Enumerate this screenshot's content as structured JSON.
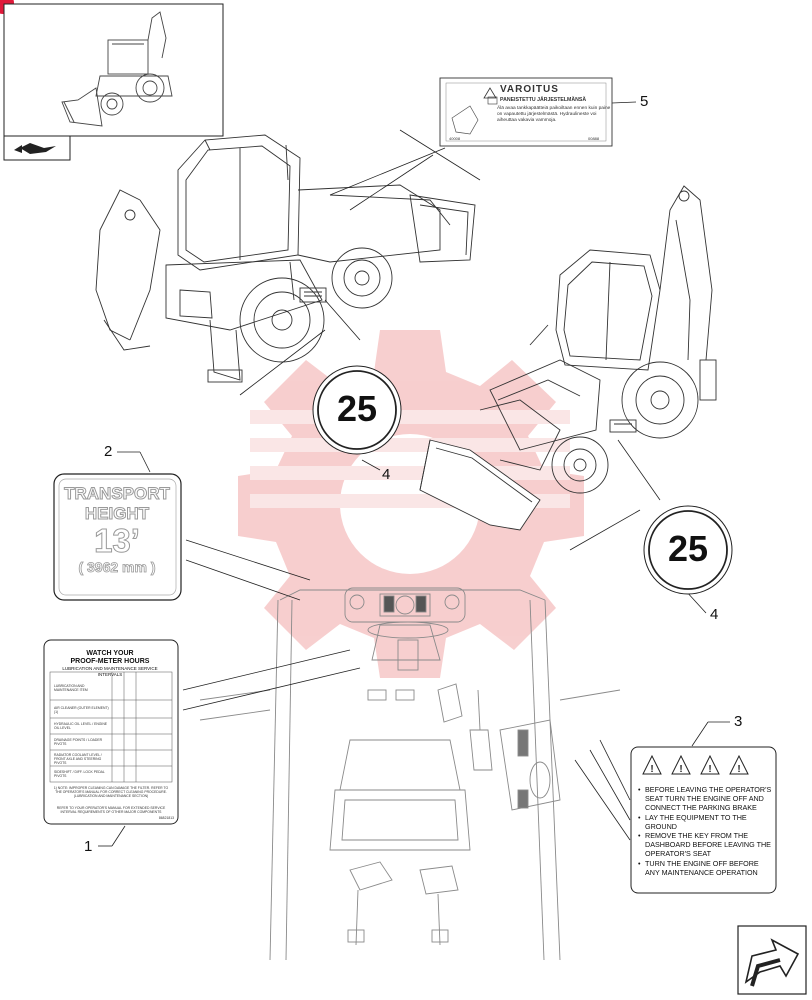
{
  "callouts": {
    "c1": "1",
    "c2": "2",
    "c3": "3",
    "c4a": "4",
    "c4b": "4",
    "c5": "5"
  },
  "speed_decal": {
    "value": "25"
  },
  "transport_decal": {
    "line1": "TRANSPORT",
    "line2": "HEIGHT",
    "line3": "13’",
    "line4": "( 3962 mm )"
  },
  "hours_decal": {
    "title1": "WATCH YOUR",
    "title2": "PROOF-METER HOURS",
    "subtitle": "LUBRICATION AND MAINTENANCE SERVICE INTERVALS",
    "rows": [
      "LUBRICATION AND MAINTENANCE ITEM",
      "AIR CLEANER (OUTER ELEMENT) (1)",
      "HYDRAULIC OIL LEVEL / ENGINE OIL LEVEL",
      "DRAINAGE POINTS / LOADER PIVOTS",
      "RADIATOR COOLANT LEVEL / FRONT AXLE AND STEERING PIVOTS",
      "SIDESHIFT / DIFF. LOCK PEDAL PIVOTS"
    ],
    "note": "1) NOTE: IMPROPER CLEANING CAN DAMAGE THE FILTER. REFER TO THE OPERATOR'S MANUAL FOR CORRECT CLEANING PROCEDURE. (LUBRICATION AND MAINTENANCE SECTION)",
    "footer": "REFER TO YOUR OPERATOR'S MANUAL FOR EXTENDED SERVICE INTERVAL REQUIREMENTS OF OTHER MAJOR COMPONENTS",
    "code": "86821813"
  },
  "varoitus_decal": {
    "title": "VAROITUS",
    "subtitle": "PANEISTETTU JÄRJESTELMÄNSÄ",
    "body": "Älä avaa tankkapäätteiä paikoiltaan ennen kuin paine on vapautettu järjestelmästä. Hydraulineste voi aiheuttaa vakavia vammoja.",
    "code_left": "40008",
    "code_right": "00888"
  },
  "warning_decal": {
    "items": [
      "BEFORE LEAVING THE OPERATOR'S SEAT TURN THE ENGINE OFF AND CONNECT THE PARKING BRAKE",
      "LAY THE EQUIPMENT TO THE GROUND",
      "REMOVE THE KEY FROM THE DASHBOARD BEFORE LEAVING THE OPERATOR'S SEAT",
      "TURN THE ENGINE OFF BEFORE ANY MAINTENANCE OPERATION"
    ]
  },
  "colors": {
    "line": "#222222",
    "light_line": "#9a9a9a",
    "watermark": "#f4c6c6",
    "corner_mark": "#e0193a"
  },
  "icons": {
    "thumbnail_nav": "thumbnail-book-arrow-icon",
    "next_page": "next-page-arrow-icon"
  }
}
